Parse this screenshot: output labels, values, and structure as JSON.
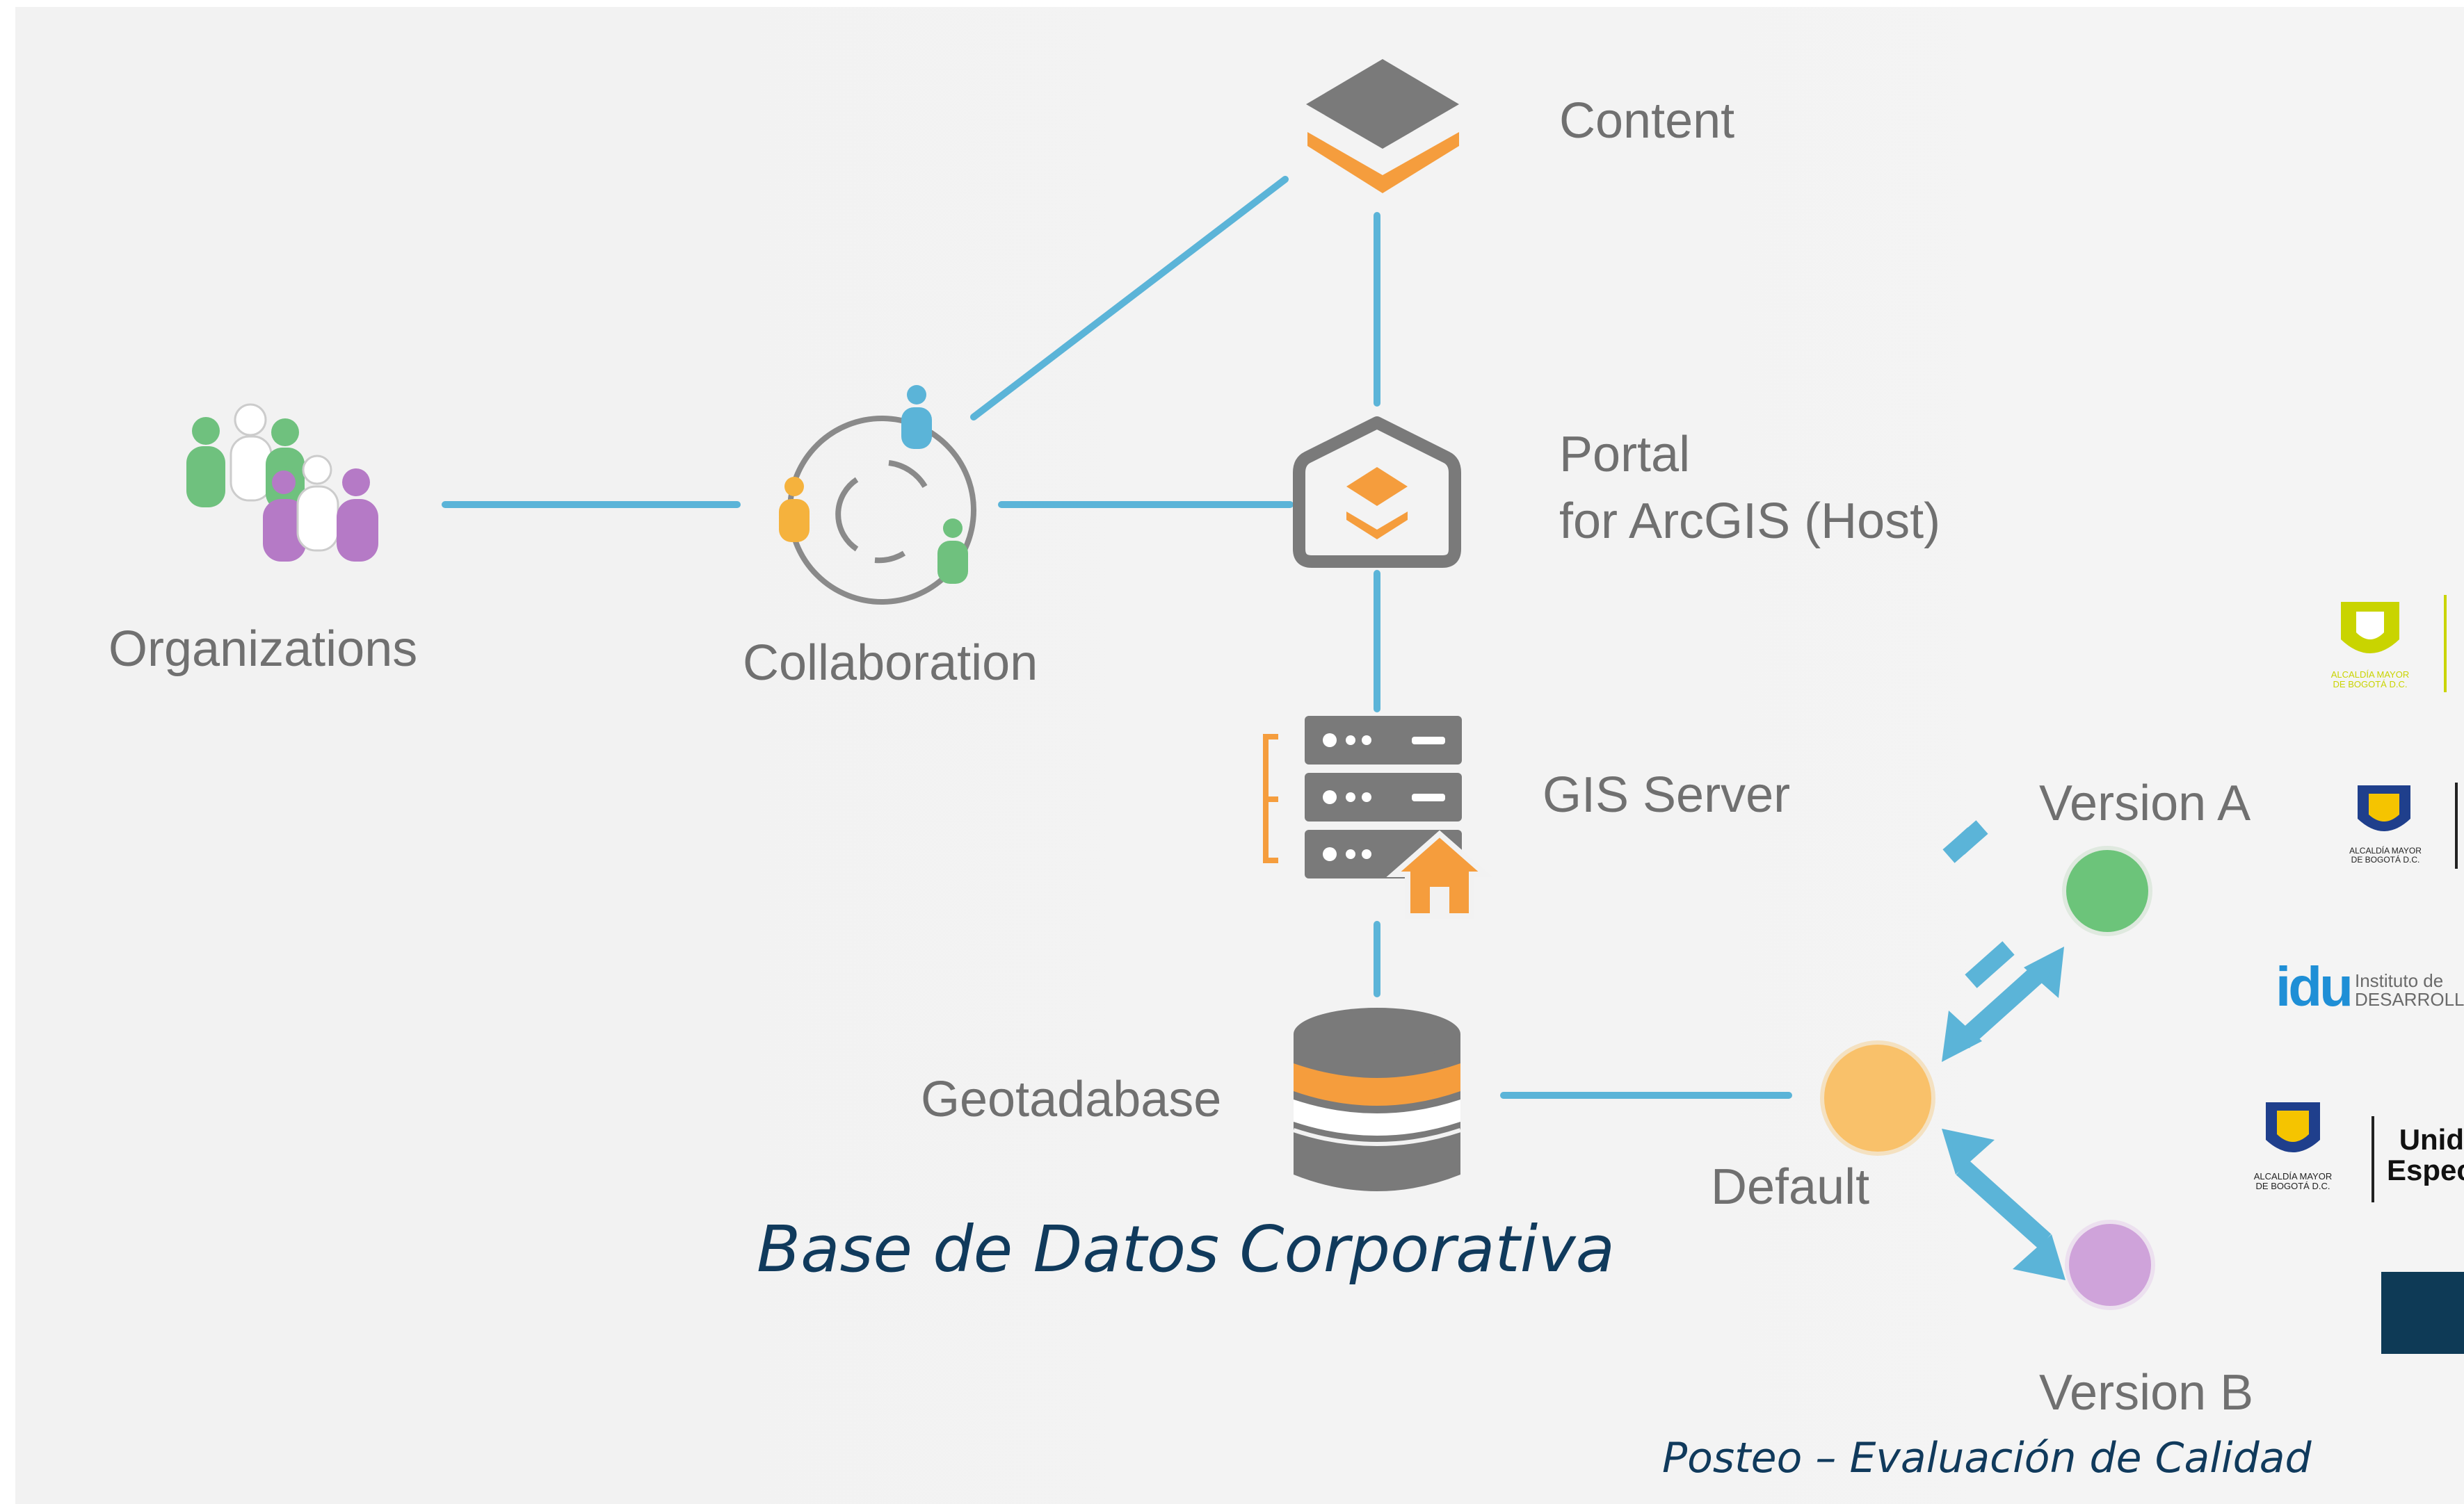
{
  "colors": {
    "connector": "#5bb4d8",
    "node_gray": "#7a7a7a",
    "accent_orange": "#f59d3d",
    "version_a": "#6cc47a",
    "default_node": "#f9c16a",
    "version_b": "#cfa3da",
    "people_green": "#6fc17e",
    "people_purple": "#b57ac6",
    "caption_navy": "#103a5c",
    "logo_yellow": "#c9d400",
    "logo_blue": "#1f8fd6",
    "logo_navy": "#0e3a56"
  },
  "nodes": {
    "content": {
      "label": "Content",
      "icon": "layers-icon"
    },
    "portal": {
      "label_line1": "Portal",
      "label_line2": "for ArcGIS (Host)",
      "icon": "portal-icon"
    },
    "gis_server": {
      "label": "GIS Server",
      "icon": "server-icon"
    },
    "geodatabase": {
      "label": "Geotadabase",
      "icon": "database-icon"
    },
    "organizations": {
      "label": "Organizations",
      "icon": "people-group-icon"
    },
    "collaboration": {
      "label": "Collaboration",
      "icon": "collaboration-icon"
    },
    "default": {
      "label": "Default"
    },
    "version_a": {
      "label": "Version A"
    },
    "version_b": {
      "label": "Version B"
    }
  },
  "captions": {
    "main": "Base de Datos Corporativa",
    "footer": "Posteo – Evaluación de Calidad"
  },
  "logos": {
    "alcaldia_1": {
      "text_line1": "ALCALDÍA MAYOR",
      "text_line2": "DE BOGOTÁ D.C."
    },
    "alcaldia_2": {
      "text_line1": "ALCALDÍA MAYOR",
      "text_line2": "DE BOGOTÁ D.C."
    },
    "idu": {
      "mark": "idu",
      "line1": "Instituto de",
      "line2": "DESARROLLO"
    },
    "alcaldia_3": {
      "text_line1": "ALCALDÍA MAYOR",
      "text_line2": "DE BOGOTÁ D.C.",
      "side_line1": "Unid",
      "side_line2": "Especia"
    }
  }
}
